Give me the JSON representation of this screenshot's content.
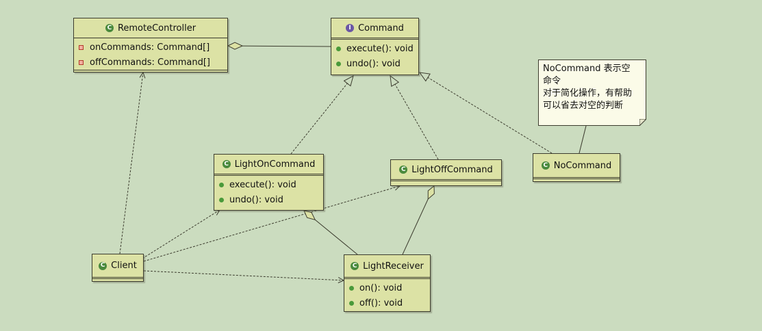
{
  "classes": {
    "remote_controller": {
      "name": "RemoteController",
      "badge": "C",
      "attributes": [
        "onCommands: Command[]",
        "offCommands: Command[]"
      ]
    },
    "command": {
      "name": "Command",
      "badge": "I",
      "methods": [
        "execute(): void",
        "undo(): void"
      ]
    },
    "light_on_command": {
      "name": "LightOnCommand",
      "badge": "C",
      "methods": [
        "execute(): void",
        "undo(): void"
      ]
    },
    "light_off_command": {
      "name": "LightOffCommand",
      "badge": "C"
    },
    "no_command": {
      "name": "NoCommand",
      "badge": "C"
    },
    "client": {
      "name": "Client",
      "badge": "C"
    },
    "light_receiver": {
      "name": "LightReceiver",
      "badge": "C",
      "methods": [
        "on(): void",
        "off(): void"
      ]
    }
  },
  "note": {
    "lines": [
      "NoCommand 表示空",
      "命令",
      "对于简化操作，有帮助",
      "可以省去对空的判断"
    ]
  },
  "colors": {
    "background": "#cbdcbf",
    "class_fill": "#dce2a5",
    "note_fill": "#fbfbe8",
    "line": "#3c3c2e",
    "class_badge": "#4a8a3d",
    "interface_badge": "#6b57a5",
    "method_dot": "#4a9a3a"
  }
}
